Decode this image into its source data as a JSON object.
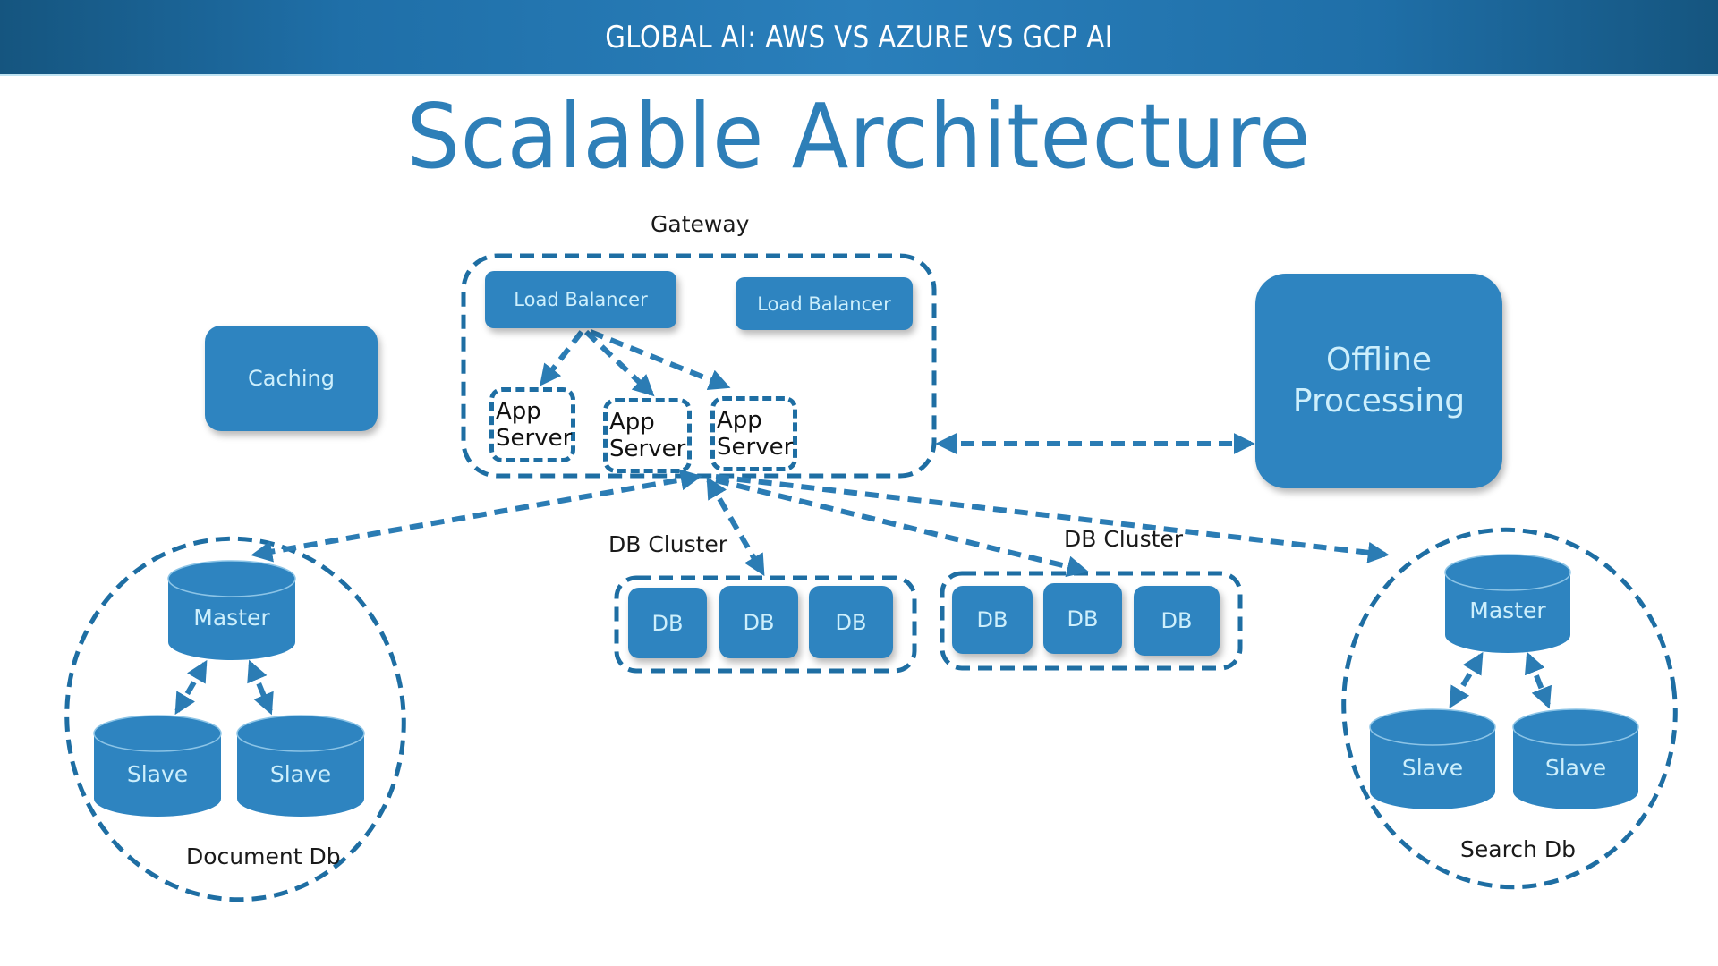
{
  "header": {
    "title": "GLOBAL AI: AWS VS AZURE VS GCP AI"
  },
  "slide": {
    "title": "Scalable Architecture"
  },
  "colors": {
    "header_bg": "#1f6fa8",
    "accent_blue": "#2e84c0",
    "title_blue": "#2e7fb8",
    "dash_blue": "#1e6ea3",
    "box_text": "#cdeffc"
  },
  "diagram": {
    "gateway": {
      "label": "Gateway",
      "load_balancers": [
        "Load Balancer",
        "Load Balancer"
      ],
      "app_servers": [
        {
          "line1": "App",
          "line2": "Server"
        },
        {
          "line1": "App",
          "line2": "Server"
        },
        {
          "line1": "App",
          "line2": "Server"
        }
      ]
    },
    "caching": {
      "label": "Caching"
    },
    "offline_processing": {
      "line1": "Offline",
      "line2": "Processing"
    },
    "db_clusters": [
      {
        "label": "DB Cluster",
        "nodes": [
          "DB",
          "DB",
          "DB"
        ]
      },
      {
        "label": "DB Cluster",
        "nodes": [
          "DB",
          "DB",
          "DB"
        ]
      }
    ],
    "document_db": {
      "label": "Document Db",
      "master": "Master",
      "slaves": [
        "Slave",
        "Slave"
      ]
    },
    "search_db": {
      "label": "Search Db",
      "master": "Master",
      "slaves": [
        "Slave",
        "Slave"
      ]
    },
    "connections": [
      {
        "from": "Load Balancer",
        "to": "App Server 1",
        "type": "one-way"
      },
      {
        "from": "Load Balancer",
        "to": "App Server 2",
        "type": "one-way"
      },
      {
        "from": "Load Balancer",
        "to": "App Server 3",
        "type": "one-way"
      },
      {
        "from": "Gateway",
        "to": "Offline Processing",
        "type": "two-way"
      },
      {
        "from": "Gateway",
        "to": "Document Db",
        "type": "two-way"
      },
      {
        "from": "Gateway",
        "to": "DB Cluster 1",
        "type": "two-way"
      },
      {
        "from": "Gateway",
        "to": "DB Cluster 2",
        "type": "one-way"
      },
      {
        "from": "Gateway",
        "to": "Search Db",
        "type": "one-way"
      },
      {
        "from": "Master",
        "to": "Slave",
        "type": "two-way"
      }
    ]
  }
}
